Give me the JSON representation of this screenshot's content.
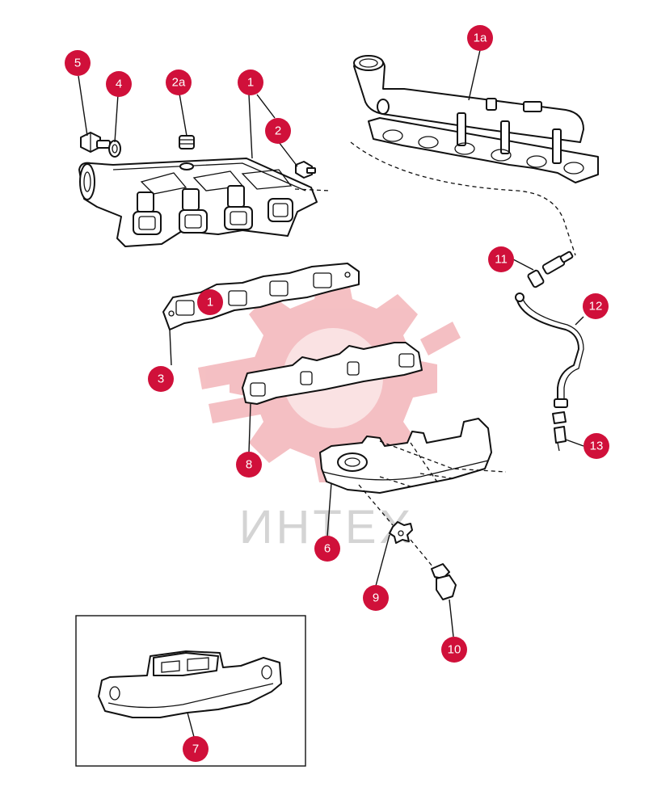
{
  "colors": {
    "callout": "#d0103a",
    "watermark_red": "#f3b5b9",
    "watermark_text": "#d4d4d4",
    "line": "#111111"
  },
  "watermark": {
    "text": "ИНТЕХ"
  },
  "callouts": [
    {
      "id": "c5",
      "label": "5"
    },
    {
      "id": "c4",
      "label": "4"
    },
    {
      "id": "c2a",
      "label": "2a"
    },
    {
      "id": "c1top",
      "label": "1"
    },
    {
      "id": "c2",
      "label": "2"
    },
    {
      "id": "c1a",
      "label": "1a"
    },
    {
      "id": "c1gasket",
      "label": "1"
    },
    {
      "id": "c3",
      "label": "3"
    },
    {
      "id": "c8",
      "label": "8"
    },
    {
      "id": "c11",
      "label": "11"
    },
    {
      "id": "c12",
      "label": "12"
    },
    {
      "id": "c13",
      "label": "13"
    },
    {
      "id": "c6",
      "label": "6"
    },
    {
      "id": "c9",
      "label": "9"
    },
    {
      "id": "c10",
      "label": "10"
    },
    {
      "id": "c7",
      "label": "7"
    }
  ]
}
